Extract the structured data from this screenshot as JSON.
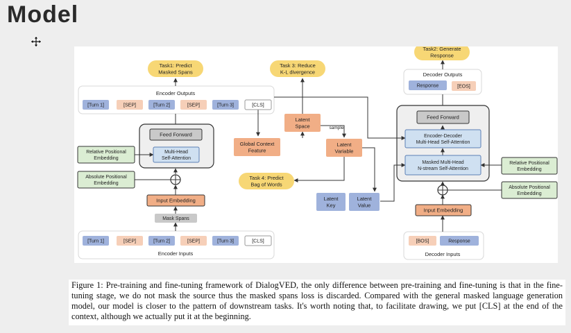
{
  "page": {
    "title": "Model"
  },
  "diagram": {
    "tasks": {
      "task1": [
        "Task1: Predict",
        "Masked Spans"
      ],
      "task3": [
        "Task 3: Reduce",
        "K-L divergence"
      ],
      "task2": [
        "Task2: Generate",
        "Response"
      ],
      "task4": [
        "Task 4: Predict",
        "Bag of Words"
      ]
    },
    "encoder": {
      "outputs_label": "Encoder Outputs",
      "output_tokens": [
        "[Turn 1]",
        "[SEP]",
        "[Turn 2]",
        "[SEP]",
        "[Turn 3]",
        "[CLS]"
      ],
      "feed_forward": "Feed Forward",
      "attention": [
        "Multi-Head",
        "Self-Attention"
      ],
      "relative_pos": [
        "Relative Positional",
        "Embedding"
      ],
      "absolute_pos": [
        "Absolute Positional",
        "Embedding"
      ],
      "input_embedding": "Input Embedding",
      "mask_spans": "Mask Spans",
      "input_tokens": [
        "[Turn 1]",
        "[SEP]",
        "[Turn 2]",
        "[SEP]",
        "[Turn 3]",
        "[CLS]"
      ],
      "inputs_label": "Encoder Inputs"
    },
    "latent": {
      "space": [
        "Latent",
        "Space"
      ],
      "global_context": [
        "Global Context",
        "Feature"
      ],
      "sample": "sample",
      "variable": [
        "Latent",
        "Variable"
      ],
      "key": [
        "Latent",
        "Key"
      ],
      "value": [
        "Latent",
        "Value"
      ]
    },
    "decoder": {
      "outputs_label": "Decoder Outputs",
      "output_tokens": [
        "Response",
        "[EOS]"
      ],
      "feed_forward": "Feed Forward",
      "cross_attention": [
        "Encoder-Decoder",
        "Multi-Head Self-Attention"
      ],
      "masked_attention": [
        "Masked Multi-Head",
        "N-stream Self-Attention"
      ],
      "relative_pos": [
        "Relative Positional",
        "Embedding"
      ],
      "absolute_pos": [
        "Absolute Positional",
        "Embedding"
      ],
      "input_embedding": "Input Embedding",
      "input_tokens": [
        "[BOS]",
        "Response"
      ],
      "inputs_label": "Decoder Inputs"
    }
  },
  "caption": "Figure 1: Pre-training and fine-tuning framework of DialogVED, the only difference between pre-training and fine-tuning is that in the fine-tuning stage, we do not mask the source thus the masked spans loss is discarded. Compared with the general masked language generation model, our model is closer to the pattern of downstream tasks. It's worth noting that, to facilitate drawing, we put [CLS] at the end of the context, although we actually put it at the beginning.",
  "colors": {
    "task": "#f7d775",
    "blue_token": "#9fb2dc",
    "orange_token": "#f6cfb8",
    "orange_block": "#f1ae86",
    "green": "#dbedd3",
    "blue_block": "#cfe0f1",
    "gray_block": "#c9c9c9"
  }
}
